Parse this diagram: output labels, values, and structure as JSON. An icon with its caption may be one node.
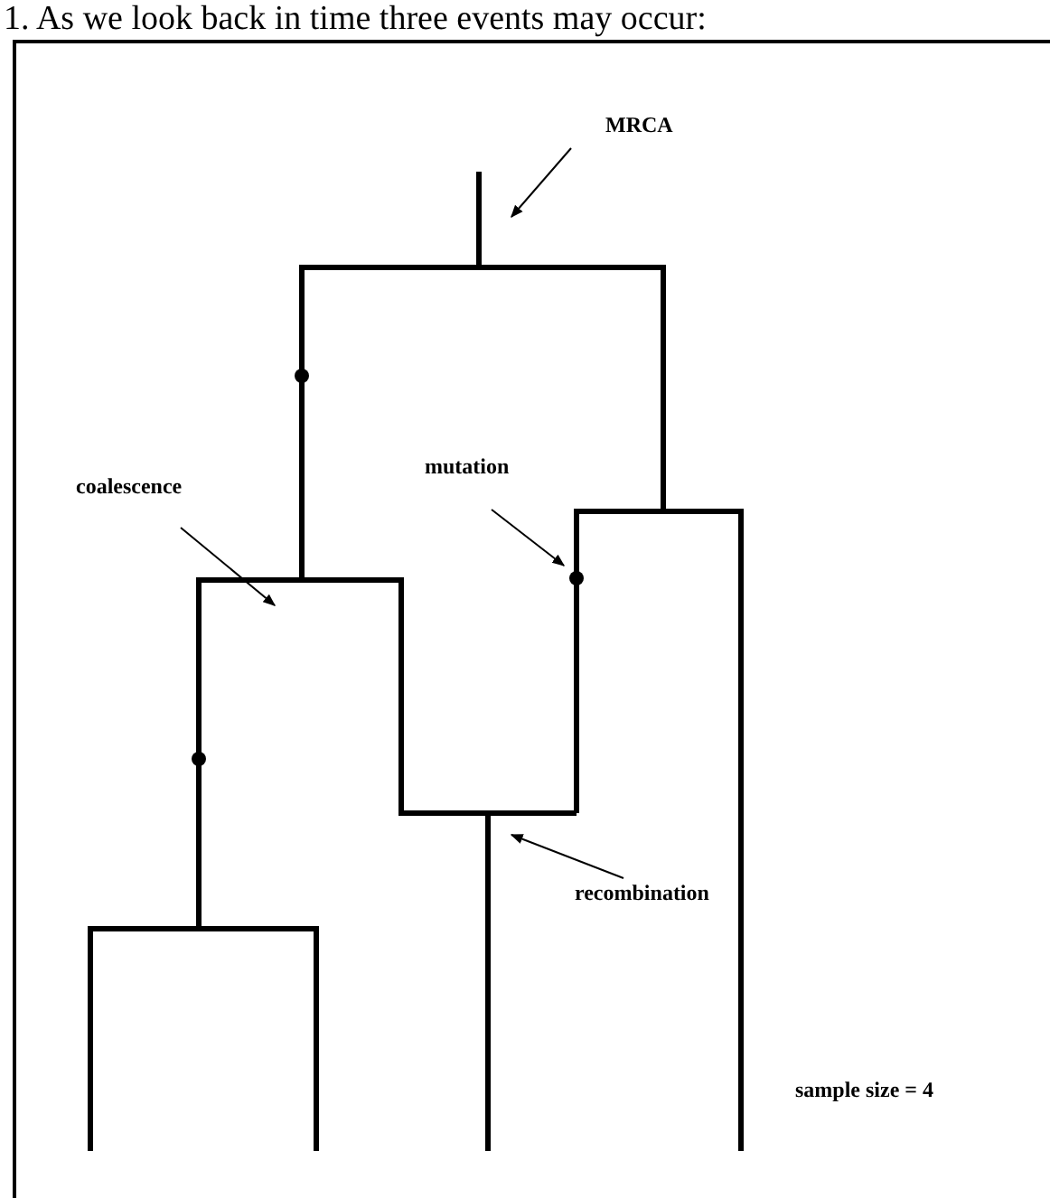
{
  "diagram": {
    "title": "1. As we look back in time three events may occur:",
    "nodes": [
      {
        "text": [
          "MRCA"
        ]
      },
      {
        "text": [
          "coalescence"
        ]
      },
      {
        "text": [
          "mutation"
        ]
      },
      {
        "text": [
          "recombination"
        ]
      }
    ],
    "edges": [
      {
        "from": 0,
        "to": null,
        "arrow": "to"
      },
      {
        "from": 1,
        "to": null,
        "arrow": "to"
      },
      {
        "from": 2,
        "to": null,
        "arrow": "to"
      },
      {
        "from": 3,
        "to": null,
        "arrow": "to"
      }
    ],
    "labels": [
      "sample size = 4"
    ]
  }
}
